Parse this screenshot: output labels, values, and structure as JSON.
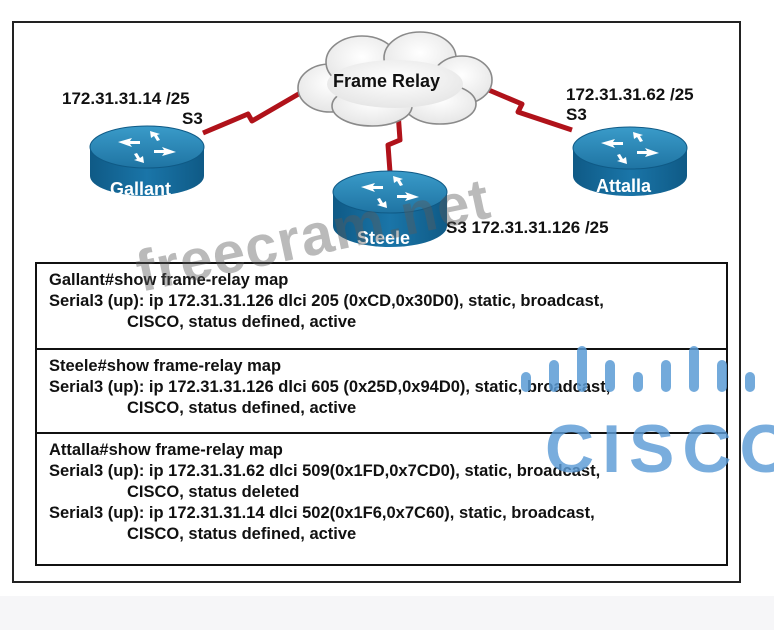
{
  "cloud": {
    "label": "Frame Relay"
  },
  "routers": {
    "gallant": {
      "name": "Gallant",
      "ip": "172.31.31.14 /25",
      "port": "S3"
    },
    "attalla": {
      "name": "Attalla",
      "ip": "172.31.31.62 /25",
      "port": "S3"
    },
    "steele": {
      "name": "Steele",
      "ip_line": "S3 172.31.31.126 /25"
    }
  },
  "cli": {
    "gallant": {
      "prompt": "Gallant#show frame-relay map",
      "lines": [
        "Serial3 (up): ip 172.31.31.126 dlci 205 (0xCD,0x30D0), static, broadcast,",
        "CISCO, status defined, active"
      ]
    },
    "steele": {
      "prompt": "Steele#show frame-relay map",
      "lines": [
        "Serial3 (up): ip 172.31.31.126 dlci 605 (0x25D,0x94D0), static, broadcast,",
        "CISCO, status defined, active"
      ]
    },
    "attalla": {
      "prompt": "Attalla#show frame-relay map",
      "lines": [
        "Serial3 (up): ip 172.31.31.62 dlci 509(0x1FD,0x7CD0), static, broadcast,",
        "CISCO, status deleted",
        "Serial3 (up): ip 172.31.31.14 dlci 502(0x1F6,0x7C60), static, broadcast,",
        "CISCO, status defined, active"
      ]
    }
  },
  "watermark": {
    "text": "freecram.net"
  },
  "logo": {
    "text": "CISCO",
    "color": "#5b9bd5"
  },
  "colors": {
    "link": "#b0121a",
    "router_top": "#2d87b5",
    "router_side": "#13608c"
  },
  "icons": [
    "router-icon",
    "cloud-icon",
    "serial-link-icon",
    "cisco-bars-icon"
  ]
}
